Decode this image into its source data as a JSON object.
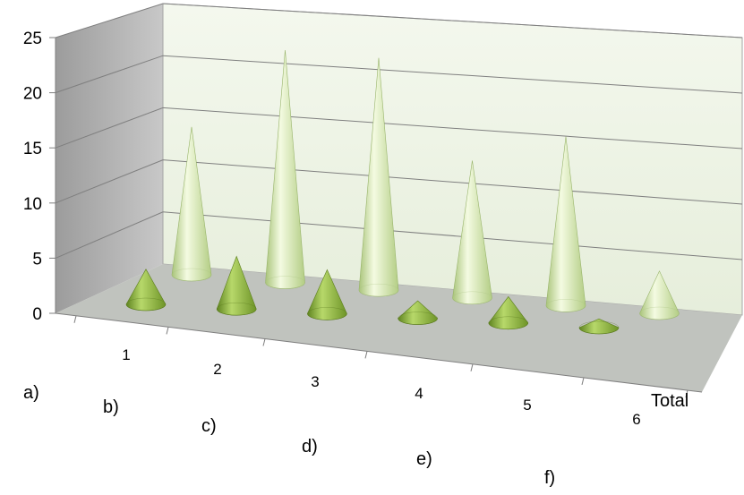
{
  "chart_data": {
    "type": "bar",
    "shape": "cone",
    "projection": "3d",
    "categories": [
      "1",
      "2",
      "3",
      "4",
      "5",
      "6"
    ],
    "series_labels": [
      "a)",
      "b)",
      "c)",
      "d)",
      "e)",
      "f)",
      "Total"
    ],
    "series": [
      {
        "values": [
          4,
          6,
          5,
          2,
          3,
          1
        ]
      },
      {
        "values": [
          14,
          22,
          22,
          13,
          16,
          4
        ]
      }
    ],
    "ylim": [
      0,
      25
    ],
    "yticks": [
      "0",
      "5",
      "10",
      "15",
      "20",
      "25"
    ],
    "grid": true,
    "colors": {
      "front_series": "#8db83a",
      "back_series": "#d6e8a8",
      "wall": "#eef4e6",
      "floor": "#bfc2bd",
      "wall_edge": "#9a9a9a"
    }
  }
}
